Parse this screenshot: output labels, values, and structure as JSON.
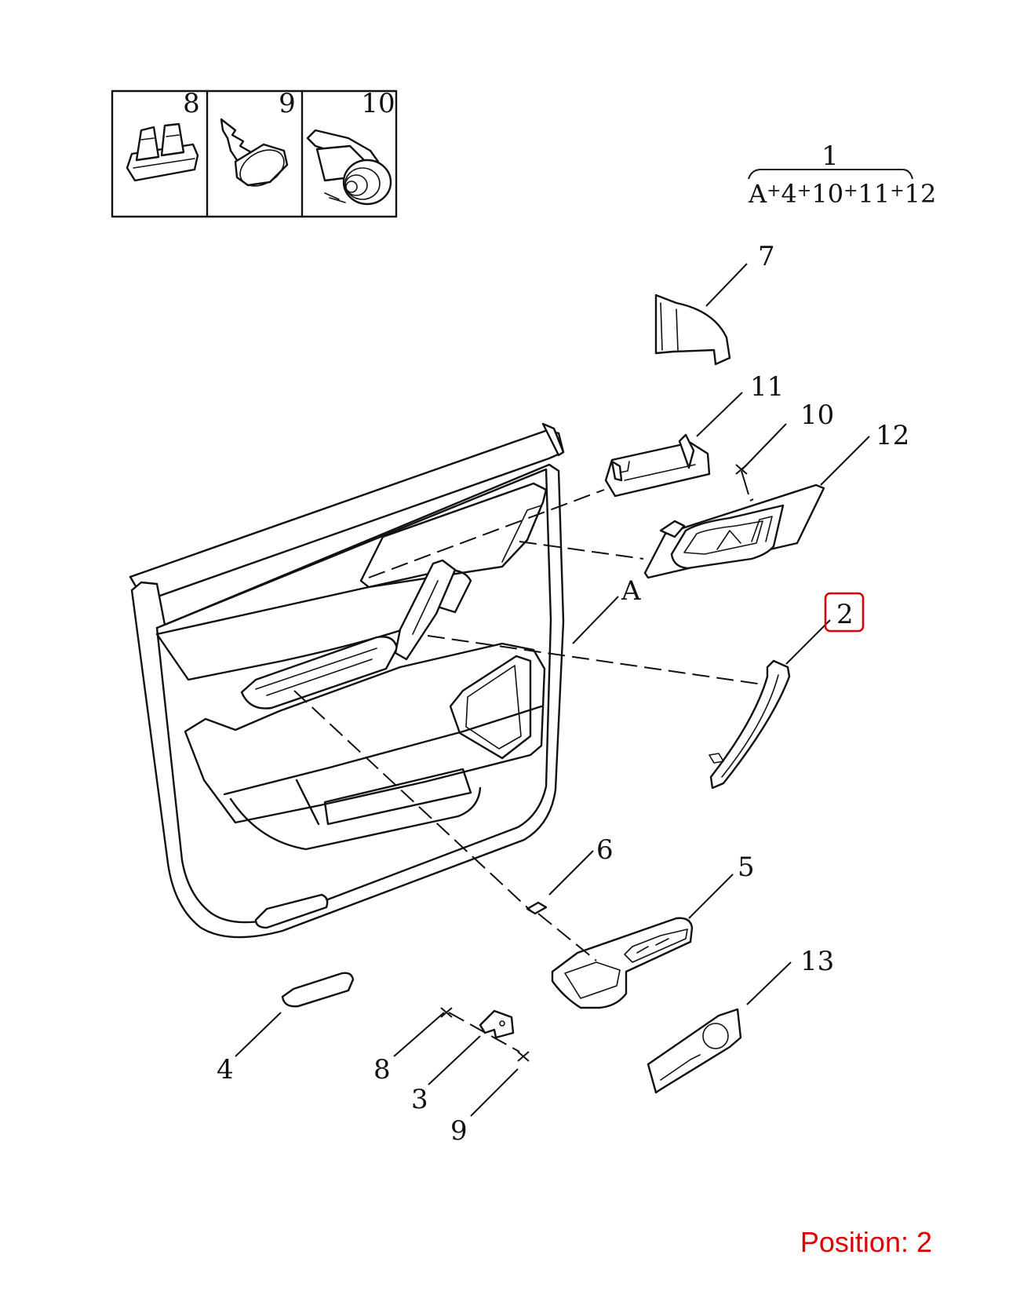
{
  "inset": {
    "cells": [
      {
        "label": "8",
        "icon": "push-clip-icon"
      },
      {
        "label": "9",
        "icon": "tree-rivet-icon"
      },
      {
        "label": "10",
        "icon": "grommet-fastener-icon"
      }
    ]
  },
  "assembly": {
    "number": "1",
    "formula": {
      "items": [
        "A",
        "4",
        "10",
        "11",
        "12"
      ],
      "separator": "+"
    }
  },
  "callouts": {
    "c2": "2",
    "c3": "3",
    "c4": "4",
    "c5": "5",
    "c6": "6",
    "c7": "7",
    "c8": "8",
    "c9": "9",
    "c10": "10",
    "c11": "11",
    "c12": "12",
    "c13": "13",
    "ca": "A"
  },
  "highlight": {
    "callout": "2",
    "color": "#e00000"
  },
  "position": {
    "text": "Position: 2",
    "color": "#e00000"
  }
}
